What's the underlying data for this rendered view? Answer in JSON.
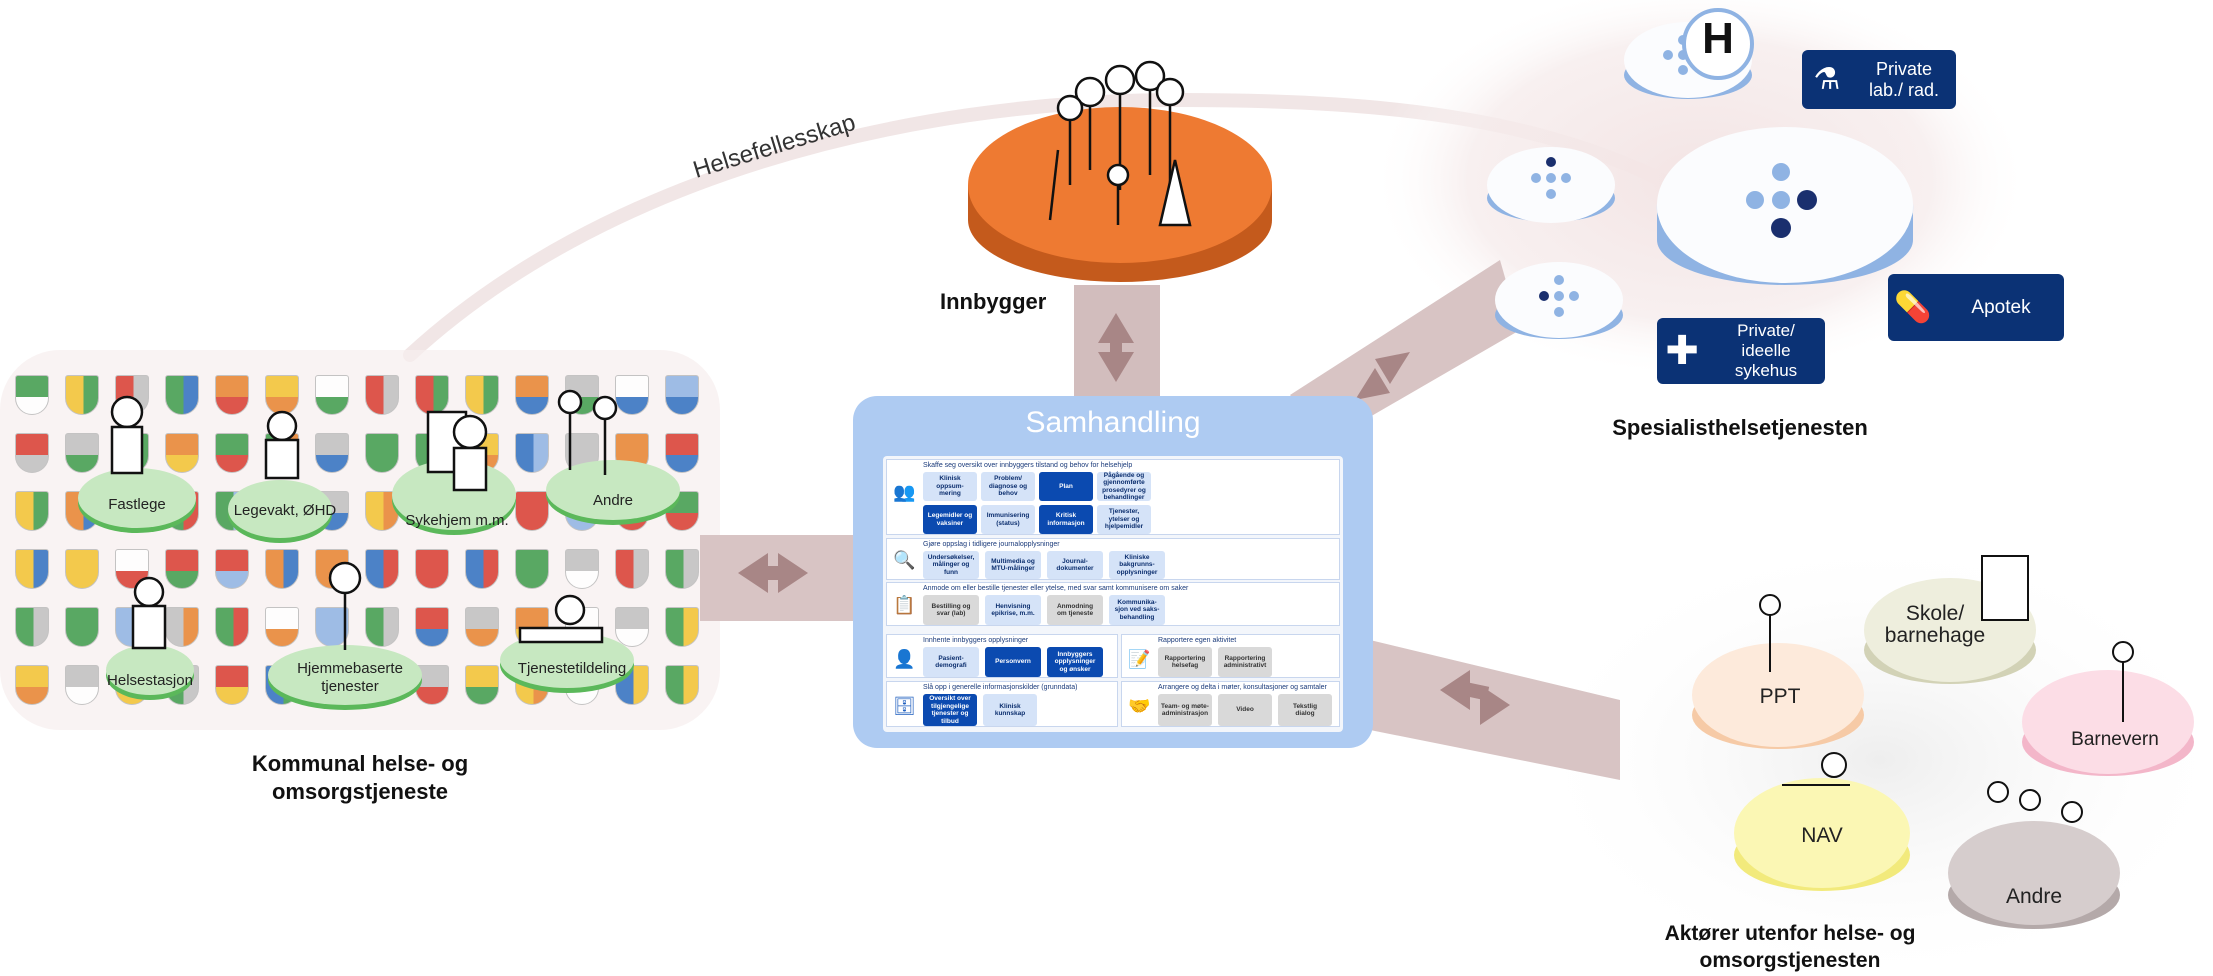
{
  "arc_label": "Helsefellesskap",
  "center": {
    "title": "Samhandling"
  },
  "groups": {
    "innbygger": "Innbygger",
    "kommunal": [
      "Kommunal helse- og",
      "omsorgstjeneste"
    ],
    "spesialist": "Spesialisthelsetjenesten",
    "aktorer": [
      "Aktører utenfor helse- og",
      "omsorgstjenesten"
    ]
  },
  "kommunal_units": {
    "fastlege": "Fastlege",
    "legevakt": "Legevakt, ØHD",
    "sykehjem": "Sykehjem m.m.",
    "andre": "Andre",
    "helsestasjon": "Helsestasjon",
    "hjemme": [
      "Hjemmebaserte",
      "tjenester"
    ],
    "tjenestetildeling": "Tjenestetildeling"
  },
  "spesialist_units": {
    "h_mark": "H",
    "private_lab": [
      "Private",
      "lab./ rad."
    ],
    "apotek": "Apotek",
    "private_ideelle": [
      "Private/",
      "ideelle",
      "sykehus"
    ]
  },
  "aktorer_units": {
    "ppt": "PPT",
    "skole": [
      "Skole/",
      "barnehage"
    ],
    "barnevern": "Barnevern",
    "nav": "NAV",
    "andre": "Andre"
  },
  "sections": {
    "s1": {
      "title": "Skaffe seg oversikt over innbyggers tilstand og behov for helsehjelp",
      "boxes": [
        [
          "Klinisk",
          "oppsum-",
          "mering"
        ],
        [
          "Problem/",
          "diagnose og",
          "behov"
        ],
        [
          "Plan"
        ],
        [
          "Pågående og",
          "gjennomførte",
          "prosedyrer og",
          "behandlinger"
        ],
        [
          "Legemidler og",
          "vaksiner"
        ],
        [
          "Immunisering",
          "(status)"
        ],
        [
          "Kritisk",
          "informasjon"
        ],
        [
          "Tjenester,",
          "ytelser og",
          "hjelpemidler"
        ]
      ]
    },
    "s2": {
      "title": "Gjøre oppslag i tidligere journalopplysninger",
      "boxes": [
        [
          "Undersøkelser,",
          "målinger og",
          "funn"
        ],
        [
          "Multimedia og",
          "MTU-målinger"
        ],
        [
          "Journal-",
          "dokumenter"
        ],
        [
          "Kliniske",
          "bakgrunns-",
          "opplysninger"
        ]
      ]
    },
    "s3": {
      "title": "Anmode om eller bestille tjenester eller ytelse, med svar samt kommunisere om saker",
      "boxes": [
        [
          "Bestilling og",
          "svar (lab)"
        ],
        [
          "Henvisning",
          "epikrise, m.m."
        ],
        [
          "Anmodning",
          "om tjeneste"
        ],
        [
          "Kommunika-",
          "sjon ved saks-",
          "behandling"
        ]
      ]
    },
    "s4": {
      "title": "Innhente innbyggers opplysninger",
      "boxes": [
        [
          "Pasient-",
          "demografi"
        ],
        [
          "Personvern"
        ],
        [
          "Innbyggers",
          "opplysninger",
          "og ønsker"
        ]
      ]
    },
    "s5": {
      "title": "Rapportere egen aktivitet",
      "boxes": [
        [
          "Rapportering",
          "helsefag"
        ],
        [
          "Rapportering",
          "administrativt"
        ]
      ]
    },
    "s6": {
      "title": "Slå opp i generelle informasjonskilder (grunndata)",
      "boxes": [
        [
          "Oversikt over",
          "tilgjengelige",
          "tjenester og",
          "tilbud"
        ],
        [
          "Klinisk",
          "kunnskap"
        ]
      ]
    },
    "s7": {
      "title": "Arrangere og delta i møter, konsultasjoner og samtaler",
      "boxes": [
        [
          "Team- og møte-",
          "administrasjon"
        ],
        [
          "Video"
        ],
        [
          "Tekstlig",
          "dialog"
        ]
      ]
    }
  },
  "colors": {
    "innbygger_disc": "#e8762f",
    "samhandling_panel": "#aecbf2",
    "navy": "#0b3275",
    "connector": "#b89c9c",
    "green_disc": "#c5e6c0",
    "spesialist_disc": "#8fb3e3"
  }
}
